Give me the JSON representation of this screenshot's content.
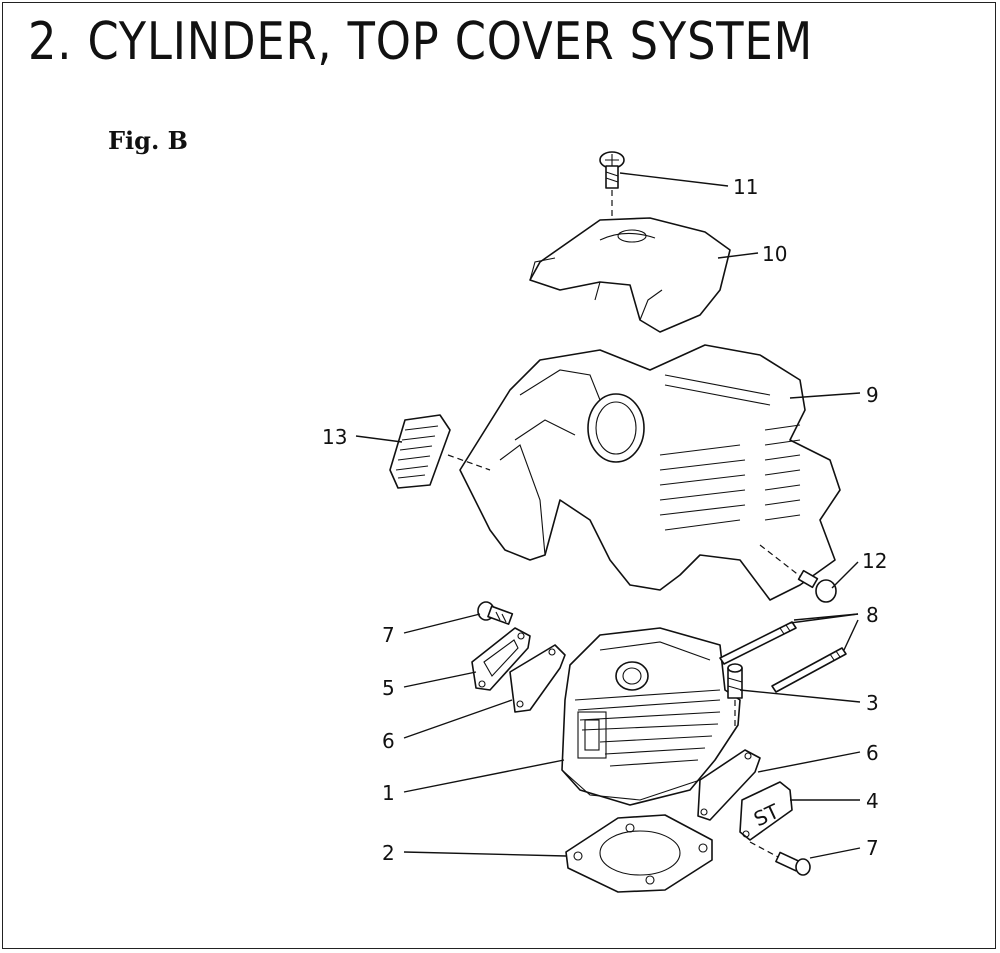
{
  "title": "2.  CYLINDER, TOP COVER SYSTEM",
  "figure_label": "Fig. B",
  "callouts": {
    "c1": "1",
    "c2": "2",
    "c3": "3",
    "c4": "4",
    "c5": "5",
    "c6a": "6",
    "c6b": "6",
    "c7a": "7",
    "c7b": "7",
    "c8": "8",
    "c9": "9",
    "c10": "10",
    "c11": "11",
    "c12": "12",
    "c13": "13"
  },
  "stamp_text": "ST"
}
